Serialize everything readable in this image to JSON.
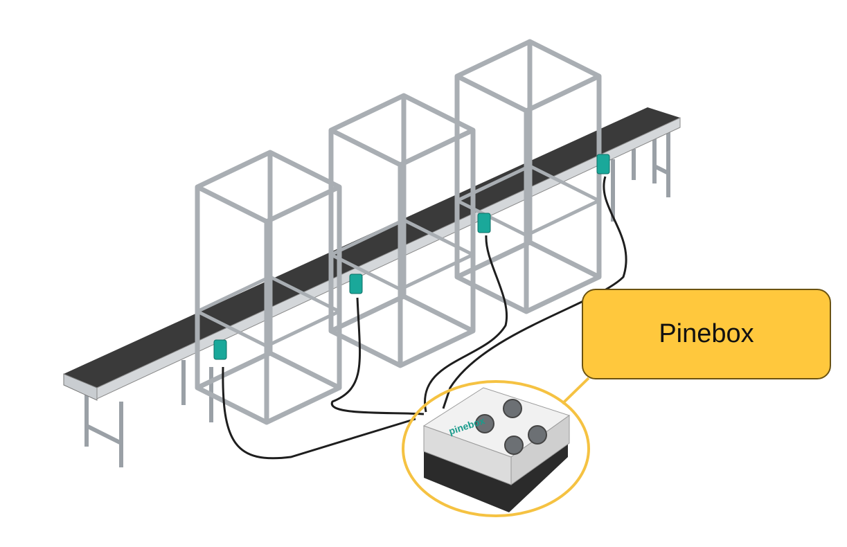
{
  "callout": {
    "label": "Pinebox"
  },
  "device": {
    "logo_text": "pinebox",
    "connector_count": 4
  },
  "scene": {
    "stations": 3,
    "sensors": 4
  },
  "colors": {
    "callout_fill": "#FFC83D",
    "highlight_ring": "#F5C242",
    "sensor": "#1AA89A",
    "belt": "#3A3A3A",
    "frame": "#B8BCC0"
  }
}
